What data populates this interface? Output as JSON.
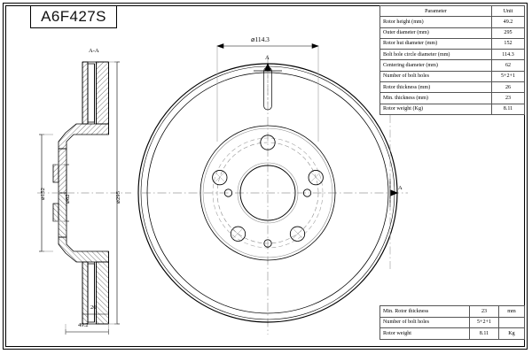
{
  "title_block": {
    "part_number": "A6F427S"
  },
  "param_table": {
    "headers": [
      "Parameter",
      "Unit"
    ],
    "rows": [
      {
        "parameter": "Rotor height (mm)",
        "value": "49.2"
      },
      {
        "parameter": "Outer diameter (mm)",
        "value": "295"
      },
      {
        "parameter": "Rotor hut diameter (mm)",
        "value": "152"
      },
      {
        "parameter": "Bolt hole circle diameter (mm)",
        "value": "114.3"
      },
      {
        "parameter": "Centering diameter (mm)",
        "value": "62"
      },
      {
        "parameter": "Number of bolt holes",
        "value": "5+2+1"
      },
      {
        "parameter": "Rotor thickness (mm)",
        "value": "26"
      },
      {
        "parameter": "Min. thickness (mm)",
        "value": "23"
      },
      {
        "parameter": "Rotor weight (Kg)",
        "value": "8.11"
      }
    ]
  },
  "bottom_table": {
    "rows": [
      {
        "parameter": "Min. Rotor thickness",
        "value": "23",
        "unit": "mm"
      },
      {
        "parameter": "Number of bolt holes",
        "value": "5+2+1",
        "unit": ""
      },
      {
        "parameter": "Rotor weight",
        "value": "8.11",
        "unit": "Kg"
      }
    ]
  },
  "section_view": {
    "caption": "A-A",
    "dim_hub_diameter": "⌀152",
    "dim_centering_diameter": "⌀62",
    "dim_outer_diameter": "⌀295",
    "dim_thickness": "26",
    "dim_height": "49.2"
  },
  "front_view": {
    "dim_bolt_circle": "⌀114.3",
    "section_marker_top": "A",
    "section_marker_right": "A"
  }
}
